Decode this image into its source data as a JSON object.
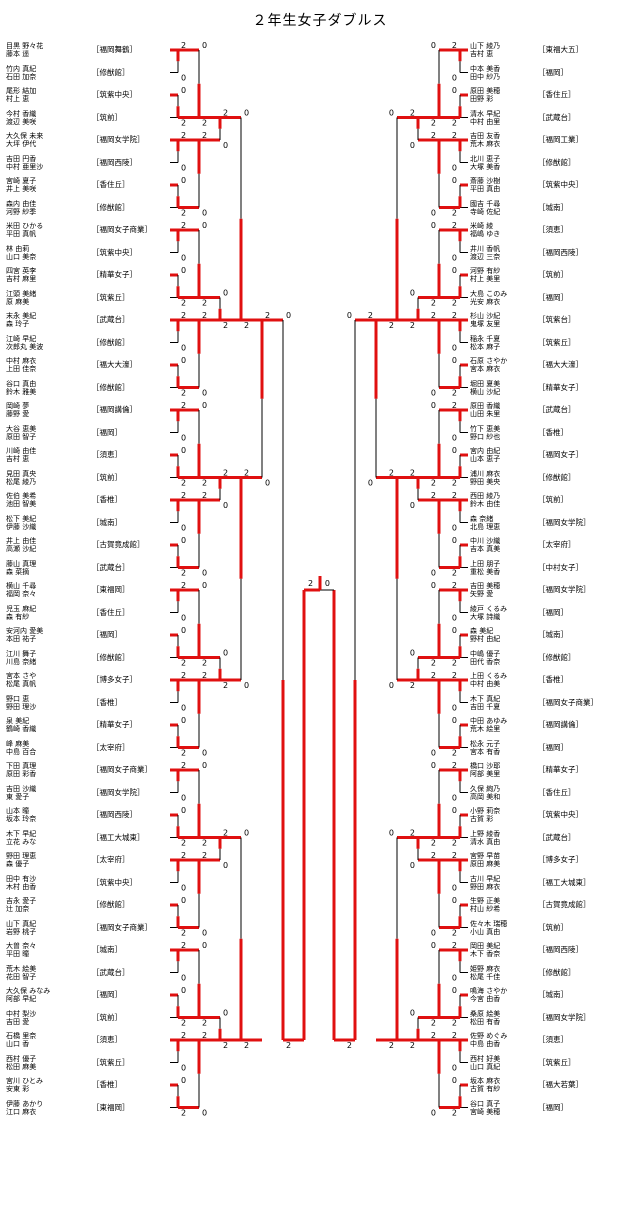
{
  "title": "２年生女子ダブルス",
  "colors": {
    "win_line": "#e01010",
    "line": "#000000"
  },
  "left_teams": [
    {
      "players": [
        "目黒 野々花",
        "藤本 遥"
      ],
      "school": "［福岡舞鶴］"
    },
    {
      "players": [
        "竹内 真紀",
        "石田 加奈"
      ],
      "school": "［修猷館］"
    },
    {
      "players": [
        "尾形 結加",
        "村上 恵"
      ],
      "school": "［筑紫中央］"
    },
    {
      "players": [
        "今村 香織",
        "渡辺 美咲"
      ],
      "school": "［筑前］"
    },
    {
      "players": [
        "大久保 未来",
        "大坪 伊代"
      ],
      "school": "［福岡女学院］"
    },
    {
      "players": [
        "吉田 円香",
        "中村 亜里沙"
      ],
      "school": "［福岡西陵］"
    },
    {
      "players": [
        "宮崎 夏子",
        "井上 美咲"
      ],
      "school": "［香住丘］"
    },
    {
      "players": [
        "森内 由佳",
        "河野 紗季"
      ],
      "school": "［修猷館］"
    },
    {
      "players": [
        "米田 ひかる",
        "平田 真帆"
      ],
      "school": "［福岡女子商業］"
    },
    {
      "players": [
        "林 由莉",
        "山口 美奈"
      ],
      "school": "［筑紫中央］"
    },
    {
      "players": [
        "四宮 英李",
        "吉村 麻里"
      ],
      "school": "［精華女子］"
    },
    {
      "players": [
        "江頭 美緒",
        "原 麻美"
      ],
      "school": "［筑紫丘］"
    },
    {
      "players": [
        "末永 美紀",
        "森 玲子"
      ],
      "school": "［武蔵台］"
    },
    {
      "players": [
        "江崎 早紀",
        "次郎丸 美波"
      ],
      "school": "［修猷館］"
    },
    {
      "players": [
        "中村 麻衣",
        "上田 佳奈"
      ],
      "school": "［福大大濠］"
    },
    {
      "players": [
        "谷口 真由",
        "鈴木 雅美"
      ],
      "school": "［修猷館］"
    },
    {
      "players": [
        "岡崎 夢",
        "藤野 愛"
      ],
      "school": "［福岡講倫］"
    },
    {
      "players": [
        "大谷 恵美",
        "原田 智子"
      ],
      "school": "［福岡］"
    },
    {
      "players": [
        "川崎 由佳",
        "吉村 恵"
      ],
      "school": "［須恵］"
    },
    {
      "players": [
        "見田 真央",
        "松尾 綾乃"
      ],
      "school": "［筑前］"
    },
    {
      "players": [
        "佐伯 美希",
        "池田 智美"
      ],
      "school": "［香椎］"
    },
    {
      "players": [
        "松下 美紀",
        "伊藤 沙織"
      ],
      "school": "［城南］"
    },
    {
      "players": [
        "井上 由佳",
        "高瀬 沙紀"
      ],
      "school": "［古賀竟成館］"
    },
    {
      "players": [
        "藤山 真理",
        "森 菜摘"
      ],
      "school": "［武蔵台］"
    },
    {
      "players": [
        "横山 千尋",
        "福岡 奈々"
      ],
      "school": "［東福岡］"
    },
    {
      "players": [
        "児玉 麻紀",
        "森 有紗"
      ],
      "school": "［香住丘］"
    },
    {
      "players": [
        "安河内 愛美",
        "本田 祐子"
      ],
      "school": "［福岡］"
    },
    {
      "players": [
        "江川 舞子",
        "川島 奈緒"
      ],
      "school": "［修猷館］"
    },
    {
      "players": [
        "宮本 さや",
        "松尾 真帆"
      ],
      "school": "［博多女子］"
    },
    {
      "players": [
        "野口 恵",
        "野田 理沙"
      ],
      "school": "［香椎］"
    },
    {
      "players": [
        "泉 美紀",
        "鶴崎 香織"
      ],
      "school": "［精華女子］"
    },
    {
      "players": [
        "峰 麻美",
        "中島 百合"
      ],
      "school": "［太宰府］"
    },
    {
      "players": [
        "下田 真理",
        "原田 彩香"
      ],
      "school": "［福岡女子商業］"
    },
    {
      "players": [
        "吉田 沙織",
        "東 愛子"
      ],
      "school": "［福岡女学院］"
    },
    {
      "players": [
        "山本 瞳",
        "坂本 玲奈"
      ],
      "school": "［福岡西陵］"
    },
    {
      "players": [
        "木下 早紀",
        "立花 みな"
      ],
      "school": "［福工大城東］"
    },
    {
      "players": [
        "野田 理恵",
        "森 優子"
      ],
      "school": "［太宰府］"
    },
    {
      "players": [
        "田中 有沙",
        "木村 由香"
      ],
      "school": "［筑紫中央］"
    },
    {
      "players": [
        "吉永 愛子",
        "辻 加奈"
      ],
      "school": "［修猷館］"
    },
    {
      "players": [
        "山下 真紀",
        "岩野 桃子"
      ],
      "school": "［福岡女子商業］"
    },
    {
      "players": [
        "大曽 奈々",
        "平田 瞳"
      ],
      "school": "［城南］"
    },
    {
      "players": [
        "荒木 絵美",
        "花田 智子"
      ],
      "school": "［武蔵台］"
    },
    {
      "players": [
        "大久保 みなみ",
        "阿部 早紀"
      ],
      "school": "［福岡］"
    },
    {
      "players": [
        "中村 梨沙",
        "吉田 愛"
      ],
      "school": "［筑前］"
    },
    {
      "players": [
        "石橋 里奈",
        "山口 香"
      ],
      "school": "［須恵］"
    },
    {
      "players": [
        "西村 優子",
        "松田 麻美"
      ],
      "school": "［筑紫丘］"
    },
    {
      "players": [
        "宮川 ひとみ",
        "安東 彩"
      ],
      "school": "［香椎］"
    },
    {
      "players": [
        "伊藤 あかり",
        "江口 麻衣"
      ],
      "school": "［東福岡］"
    }
  ],
  "right_teams": [
    {
      "players": [
        "山下 綾乃",
        "吉村 恵"
      ],
      "school": "［東福大五］"
    },
    {
      "players": [
        "中本 美香",
        "田中 紗乃"
      ],
      "school": "［福岡］"
    },
    {
      "players": [
        "原田 美穂",
        "田野 彩"
      ],
      "school": "［香住丘］"
    },
    {
      "players": [
        "清水 早紀",
        "中村 由里"
      ],
      "school": "［武蔵台］"
    },
    {
      "players": [
        "吉田 友香",
        "荒木 麻衣"
      ],
      "school": "［福岡工業］"
    },
    {
      "players": [
        "北川 恵子",
        "大塚 美香"
      ],
      "school": "［修猷館］"
    },
    {
      "players": [
        "斎藤 沙樹",
        "平田 真由"
      ],
      "school": "［筑紫中央］"
    },
    {
      "players": [
        "國吉 千尋",
        "寺崎 佐紀"
      ],
      "school": "［城南］"
    },
    {
      "players": [
        "米崎 綾",
        "福嶋 ゆき"
      ],
      "school": "［須恵］"
    },
    {
      "players": [
        "井川 香帆",
        "渡辺 三奈"
      ],
      "school": "［福岡西陵］"
    },
    {
      "players": [
        "河野 有紗",
        "村上 美里"
      ],
      "school": "［筑前］"
    },
    {
      "players": [
        "大島 このみ",
        "光安 麻衣"
      ],
      "school": "［福岡］"
    },
    {
      "players": [
        "杉山 沙紀",
        "鬼塚 友里"
      ],
      "school": "［筑紫台］"
    },
    {
      "players": [
        "稲永 千夏",
        "松本 麻子"
      ],
      "school": "［筑紫丘］"
    },
    {
      "players": [
        "石原 さやか",
        "宮本 麻衣"
      ],
      "school": "［福大大濠］"
    },
    {
      "players": [
        "堀田 夏美",
        "横山 沙紀"
      ],
      "school": "［精華女子］"
    },
    {
      "players": [
        "原田 香織",
        "山田 朱里"
      ],
      "school": "［武蔵台］"
    },
    {
      "players": [
        "竹下 恵美",
        "野口 紗也"
      ],
      "school": "［香椎］"
    },
    {
      "players": [
        "宮内 由紀",
        "山本 恵子"
      ],
      "school": "［福岡女子］"
    },
    {
      "players": [
        "浦川 麻衣",
        "野田 美央"
      ],
      "school": "［修猷館］"
    },
    {
      "players": [
        "西田 綾乃",
        "鈴木 由佳"
      ],
      "school": "［筑前］"
    },
    {
      "players": [
        "森 奈緒",
        "北島 理恵"
      ],
      "school": "［福岡女学院］"
    },
    {
      "players": [
        "中川 沙織",
        "吉本 真美"
      ],
      "school": "［太宰府］"
    },
    {
      "players": [
        "上田 朋子",
        "重松 美香"
      ],
      "school": "［中村女子］"
    },
    {
      "players": [
        "吉田 美穂",
        "矢野 愛"
      ],
      "school": "［福岡女学院］"
    },
    {
      "players": [
        "綾戸 くるみ",
        "大塚 詩織"
      ],
      "school": "［福岡］"
    },
    {
      "players": [
        "森 美紀",
        "野村 由紀"
      ],
      "school": "［城南］"
    },
    {
      "players": [
        "中嶋 優子",
        "田代 香奈"
      ],
      "school": "［修猷館］"
    },
    {
      "players": [
        "上田 くるみ",
        "中村 由美"
      ],
      "school": "［香椎］"
    },
    {
      "players": [
        "木下 真紀",
        "吉田 千夏"
      ],
      "school": "［福岡女子商業］"
    },
    {
      "players": [
        "中田 あゆみ",
        "荒木 絵里"
      ],
      "school": "［福岡講倫］"
    },
    {
      "players": [
        "松永 元子",
        "宮本 有香"
      ],
      "school": "［福岡］"
    },
    {
      "players": [
        "橋口 沙耶",
        "阿部 美里"
      ],
      "school": "［精華女子］"
    },
    {
      "players": [
        "久保 絢乃",
        "高岡 美和"
      ],
      "school": "［香住丘］"
    },
    {
      "players": [
        "小野 莉奈",
        "古賀 彩"
      ],
      "school": "［筑紫中央］"
    },
    {
      "players": [
        "上野 綾香",
        "清水 真由"
      ],
      "school": "［武蔵台］"
    },
    {
      "players": [
        "宮野 早苗",
        "原田 麻美"
      ],
      "school": "［博多女子］"
    },
    {
      "players": [
        "古川 早紀",
        "野田 麻衣"
      ],
      "school": "［福工大城東］"
    },
    {
      "players": [
        "生野 正美",
        "村山 紗希"
      ],
      "school": "［古賀竟成館］"
    },
    {
      "players": [
        "佐々木 瑞穂",
        "小山 真由"
      ],
      "school": "［筑前］"
    },
    {
      "players": [
        "岡田 美紀",
        "木下 香奈"
      ],
      "school": "［福岡西陵］"
    },
    {
      "players": [
        "姫野 麻衣",
        "松尾 千佳"
      ],
      "school": "［修猷館］"
    },
    {
      "players": [
        "鳴海 さやか",
        "今宮 由香"
      ],
      "school": "［城南］"
    },
    {
      "players": [
        "桑原 絵美",
        "松田 有香"
      ],
      "school": "［福岡女学院］"
    },
    {
      "players": [
        "佐野 めぐみ",
        "中島 由香"
      ],
      "school": "［須恵］"
    },
    {
      "players": [
        "西村 好美",
        "山口 真紀"
      ],
      "school": "［筑紫丘］"
    },
    {
      "players": [
        "坂本 麻衣",
        "古賀 有紗"
      ],
      "school": "［福大若葉］"
    },
    {
      "players": [
        "谷口 真子",
        "宮崎 美穂"
      ],
      "school": "［福岡］"
    }
  ],
  "final": {
    "left_score": "2",
    "right_score": "0"
  }
}
